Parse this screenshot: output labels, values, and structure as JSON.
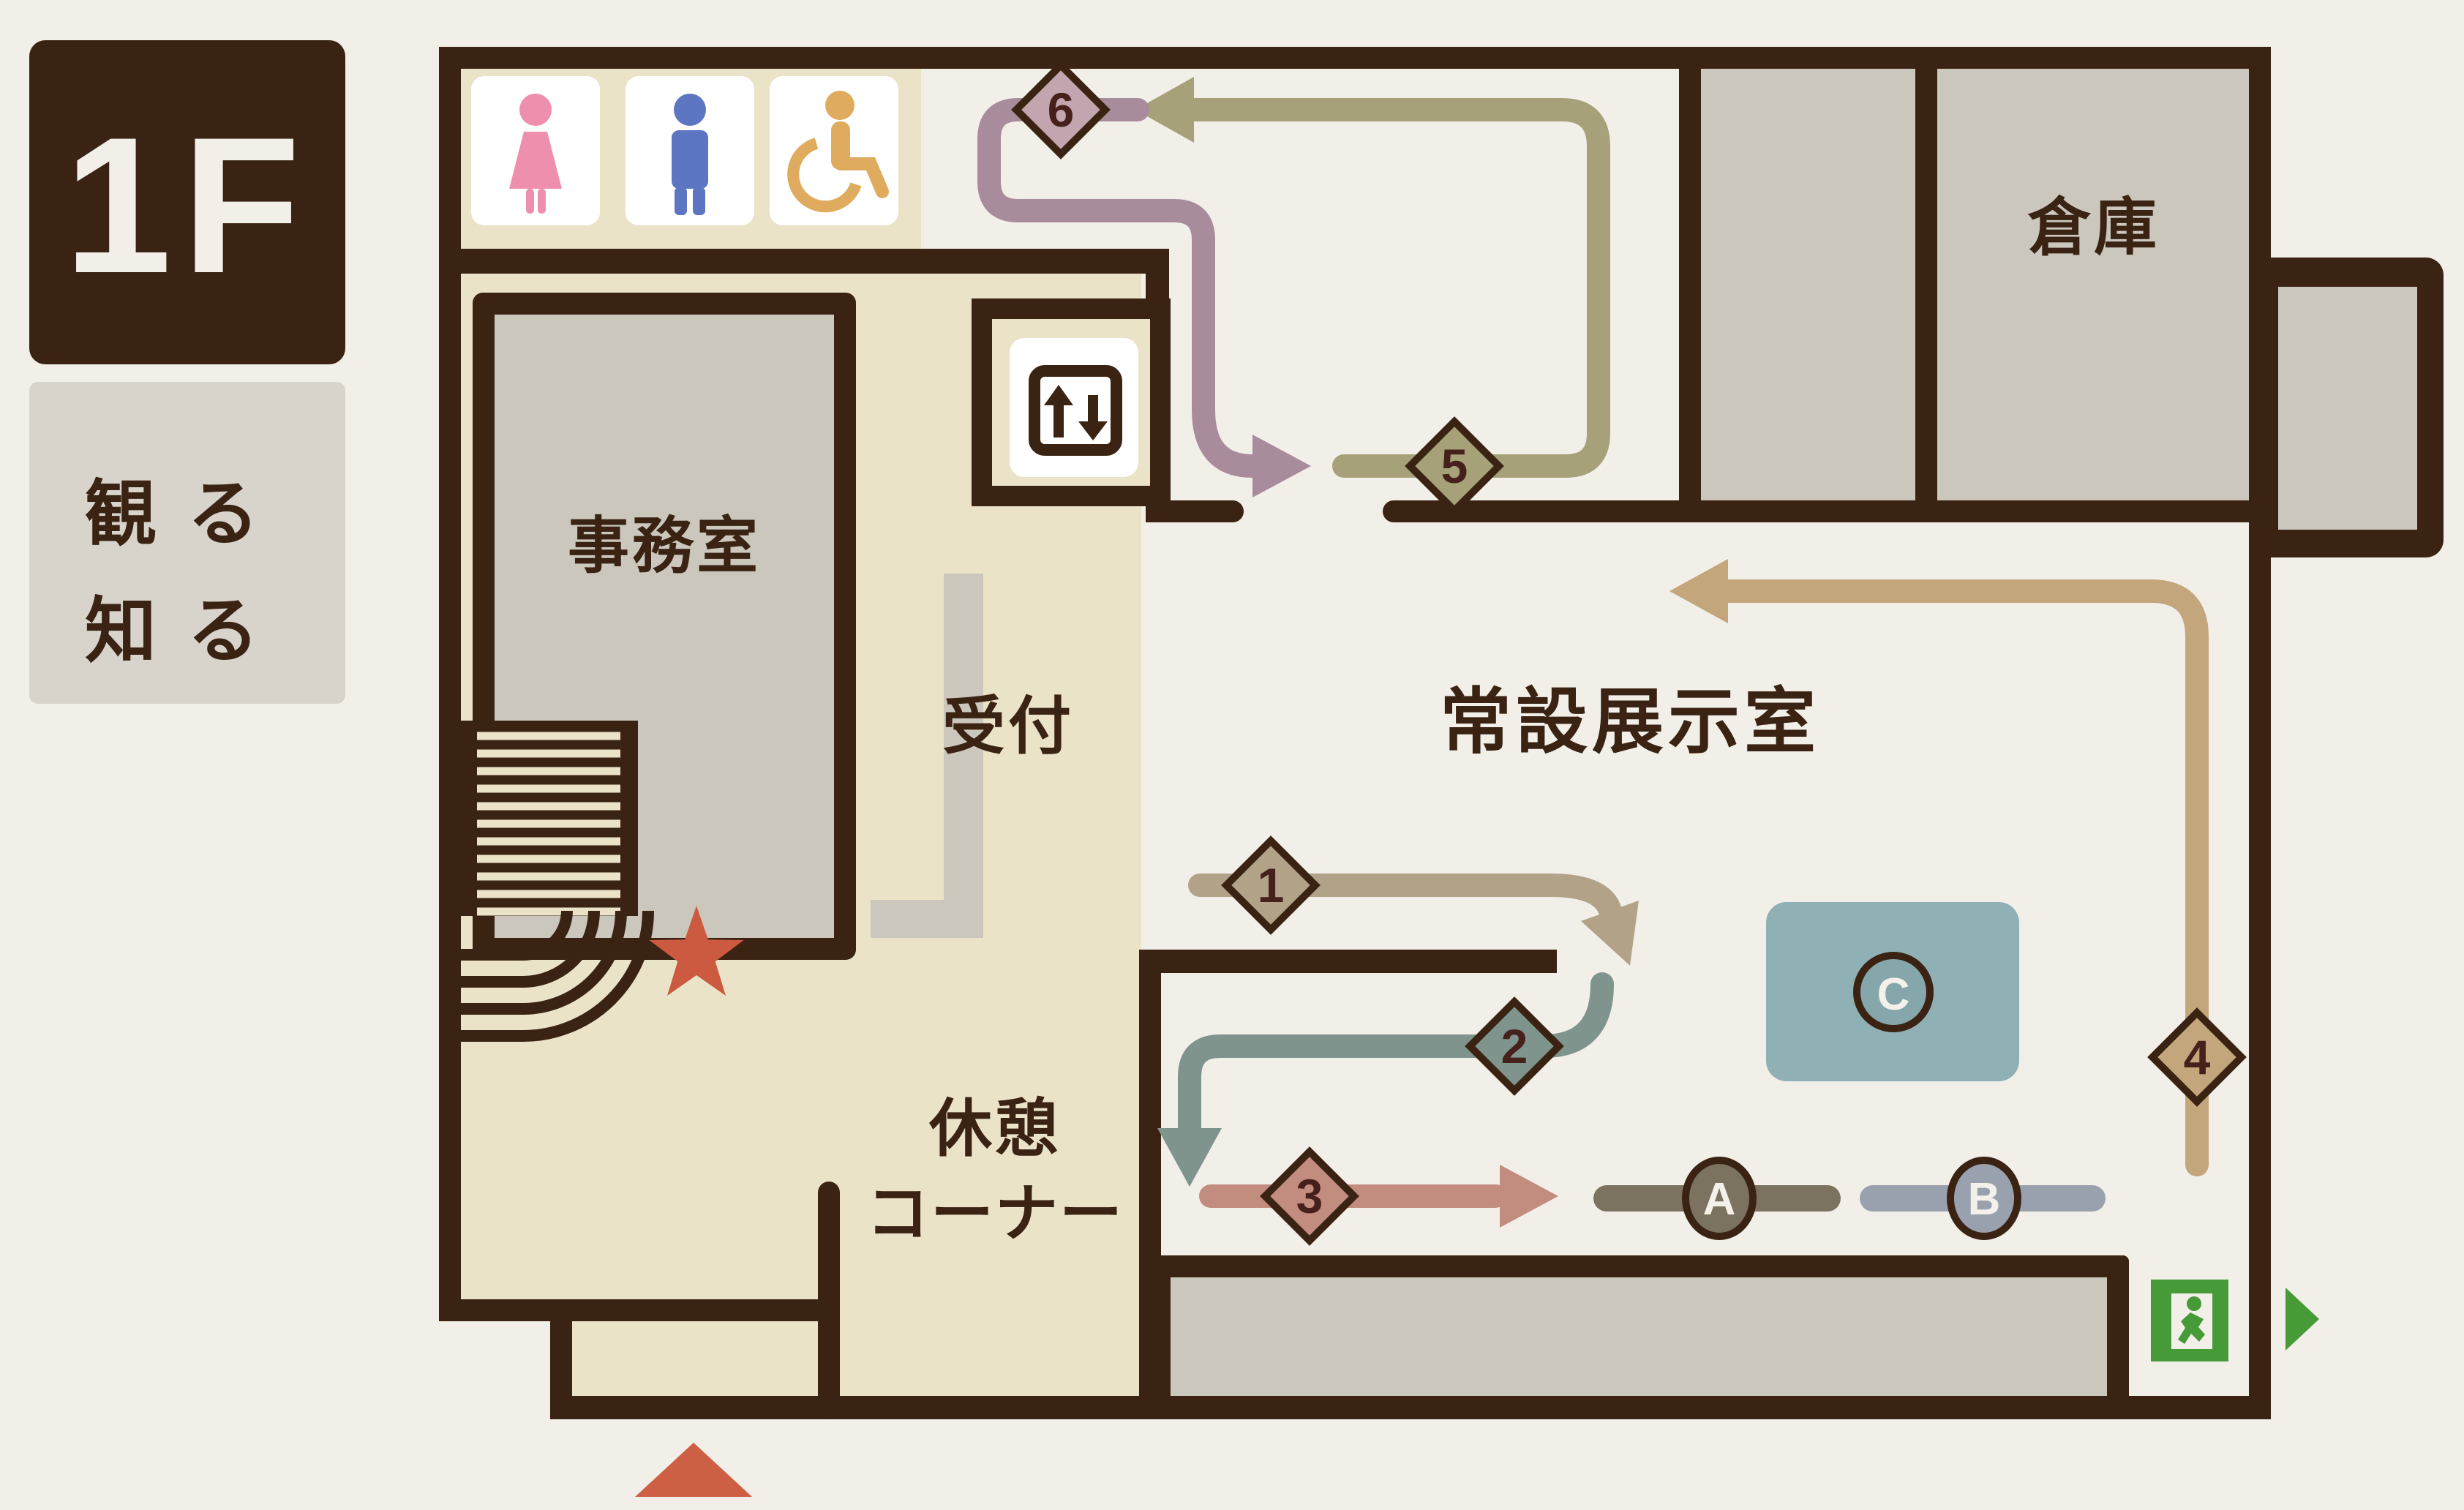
{
  "palette": {
    "bg": "#f2efe9",
    "wall": "#3a2313",
    "beige": "#ebe3c8",
    "gray": "#cbc7bd",
    "panel": "#d9d4cb",
    "white": "#ffffff",
    "pink": "#ee8fae",
    "blue": "#5d76c2",
    "gold": "#dfab5f",
    "route1": "#b2a288",
    "route2": "#7e948d",
    "route3": "#c28d7f",
    "route4": "#c3a67c",
    "route5": "#a6a178",
    "route6": "#a98c9c",
    "diamond6": "#c3a5b0",
    "cdisplay": "#8fb0b5",
    "ccircle": "#85a6ab",
    "abar": "#7c7260",
    "bbar": "#9aa1ae",
    "green": "#479a38",
    "red": "#cd5f44",
    "star": "#cc5a40",
    "numcolor": "#46201a"
  },
  "legend": {
    "floor": "1F",
    "tagline_line1": "観る",
    "tagline_line2": "知る"
  },
  "rooms": {
    "office": "事務室",
    "reception": "受付",
    "rest_line1": "休憩",
    "rest_line2": "コーナー",
    "exhibition": "常設展示室",
    "storage": "倉庫"
  },
  "stops": [
    "1",
    "2",
    "3",
    "4",
    "5",
    "6"
  ],
  "exhibits": [
    "A",
    "B",
    "C"
  ],
  "icons": {
    "female": "female pictogram",
    "male": "male pictogram",
    "wheelchair": "wheelchair pictogram",
    "elevator": "up-down arrows",
    "exit": "running-man emergency exit",
    "entrance_marker": "red up triangle",
    "exit_marker": "green right triangle",
    "highlight": "red star"
  }
}
